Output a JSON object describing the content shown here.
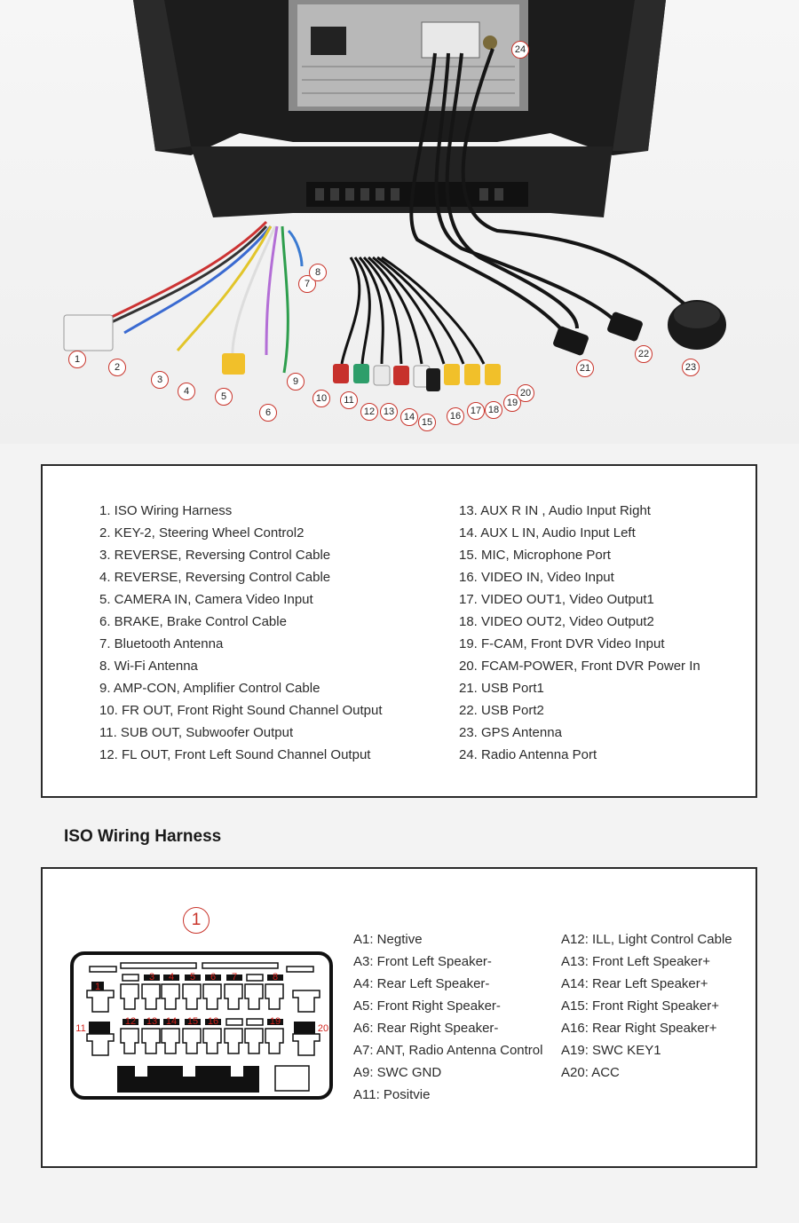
{
  "photo": {
    "callouts": [
      "1",
      "2",
      "3",
      "4",
      "5",
      "6",
      "7",
      "8",
      "9",
      "10",
      "11",
      "12",
      "13",
      "14",
      "15",
      "16",
      "17",
      "18",
      "19",
      "20",
      "21",
      "22",
      "23",
      "24"
    ]
  },
  "legend": {
    "left": [
      "1. ISO Wiring Harness",
      "2. KEY-2, Steering Wheel Control2",
      "3. REVERSE, Reversing Control Cable",
      "4. REVERSE, Reversing Control Cable",
      "5. CAMERA IN, Camera Video Input",
      "6. BRAKE, Brake Control Cable",
      "7. Bluetooth Antenna",
      "8. Wi-Fi Antenna",
      "9. AMP-CON, Amplifier Control Cable",
      "10. FR OUT, Front Right Sound Channel Output",
      "11. SUB OUT, Subwoofer Output",
      "12. FL OUT, Front Left Sound Channel Output"
    ],
    "right": [
      "13. AUX R IN , Audio Input Right",
      "14. AUX L IN, Audio Input Left",
      "15. MIC, Microphone Port",
      "16. VIDEO IN, Video Input",
      "17. VIDEO OUT1, Video Output1",
      "18. VIDEO OUT2, Video Output2",
      "19. F-CAM, Front DVR Video Input",
      "20. FCAM-POWER, Front DVR Power In",
      "21. USB Port1",
      "22. USB Port2",
      "23. GPS Antenna",
      "24. Radio Antenna Port"
    ]
  },
  "iso": {
    "title": "ISO Wiring Harness",
    "connector_label": "1",
    "pin_labels_top": [
      "1",
      "3",
      "4",
      "5",
      "6",
      "7",
      "8"
    ],
    "pin_labels_bottom": [
      "12",
      "13",
      "14",
      "15",
      "16",
      "19"
    ],
    "pin_label_left": "11",
    "pin_label_right": "20",
    "pins_left": [
      "A1: Negtive",
      "A3: Front Left Speaker-",
      "A4: Rear Left Speaker-",
      "A5: Front Right Speaker-",
      "A6: Rear Right Speaker-",
      "A7: ANT, Radio Antenna Control",
      "A9: SWC GND",
      "A11: Positvie"
    ],
    "pins_right": [
      "A12:  ILL, Light Control Cable",
      "A13: Front Left Speaker+",
      "A14: Rear Left Speaker+",
      "A15: Front Right Speaker+",
      "A16: Rear Right Speaker+",
      "A19: SWC KEY1",
      "A20: ACC"
    ]
  },
  "colors": {
    "callout_border": "#c9342b",
    "pin_number": "#d2201a",
    "panel_border": "#2a2a2a"
  }
}
